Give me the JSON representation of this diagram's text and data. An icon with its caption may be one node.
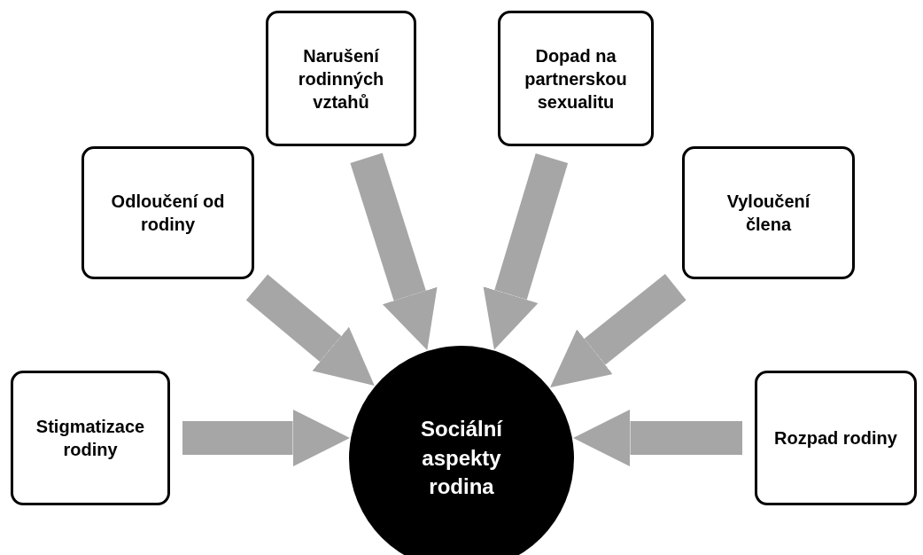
{
  "diagram": {
    "nodes": [
      {
        "text": [
          "Narušení rodinných vztahů"
        ]
      },
      {
        "text": [
          "Dopad na partnerskou sexualitu"
        ]
      },
      {
        "text": [
          "Odloučení od rodiny"
        ]
      },
      {
        "text": [
          "Vyloučení člena"
        ]
      },
      {
        "text": [
          "Stigmatizace rodiny"
        ]
      },
      {
        "text": [
          "Sociální aspekty rodina"
        ]
      },
      {
        "text": [
          "Rozpad rodiny"
        ]
      }
    ],
    "edges": [
      {
        "from": 0,
        "to": 5,
        "arrow": "to"
      },
      {
        "from": 1,
        "to": 5,
        "arrow": "to"
      },
      {
        "from": 2,
        "to": 5,
        "arrow": "to"
      },
      {
        "from": 3,
        "to": 5,
        "arrow": "to"
      },
      {
        "from": 4,
        "to": 5,
        "arrow": "to"
      },
      {
        "from": 6,
        "to": 5,
        "arrow": "to"
      }
    ]
  }
}
